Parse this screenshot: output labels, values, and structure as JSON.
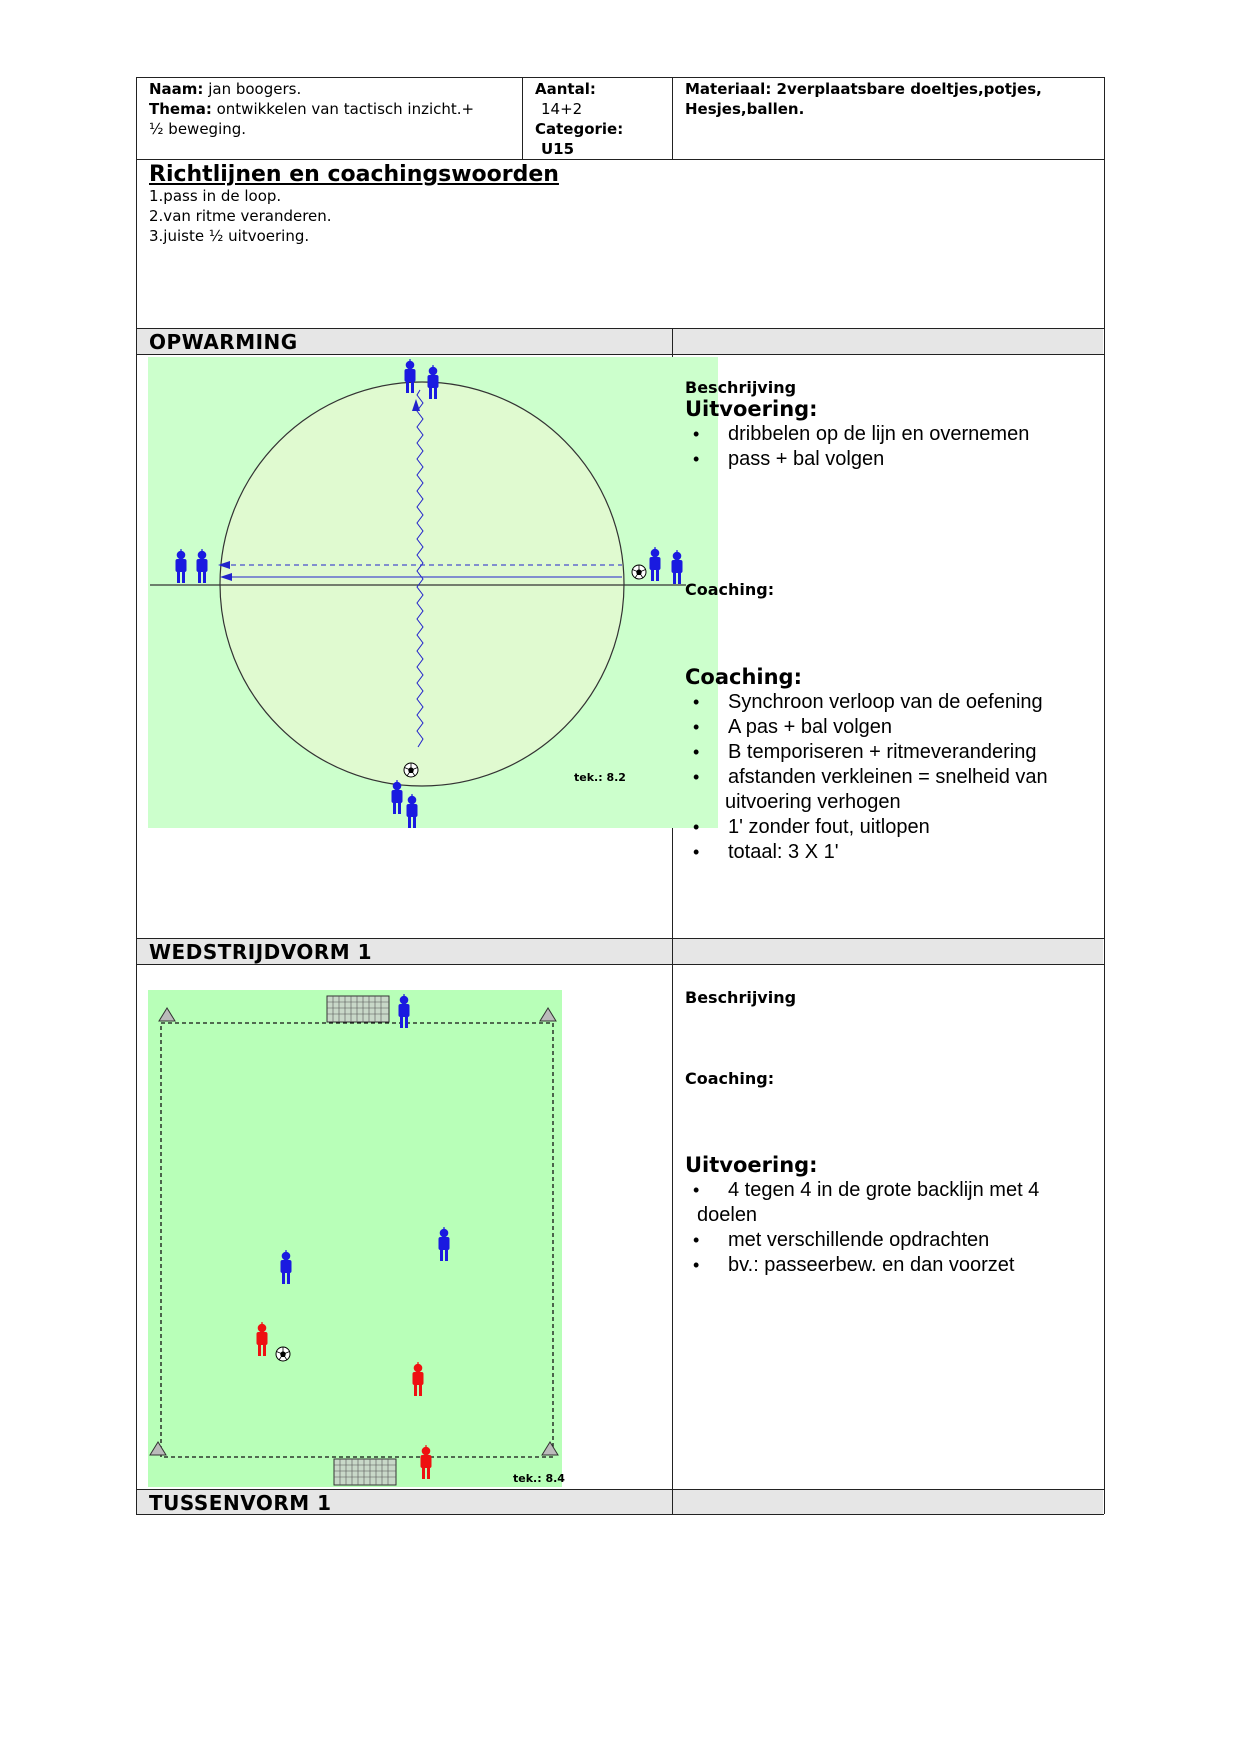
{
  "header": {
    "naam_label": "Naam:",
    "naam_value": " jan boogers.",
    "thema_label": "Thema:",
    "thema_value_line1": " ontwikkelen van tactisch inzicht.+",
    "thema_value_line2": "½ beweging.",
    "aantal_label": "Aantal:",
    "aantal_value": "14+2",
    "categorie_label": "Categorie:",
    "categorie_value": "U15",
    "materiaal_line1": "Materiaal: 2verplaatsbare doeltjes,potjes,",
    "materiaal_line2": "Hesjes,ballen."
  },
  "richtlijnen": {
    "title": "Richtlijnen en coachingswoorden",
    "items": [
      "1.pass in de loop.",
      "2.van ritme veranderen.",
      "3.juiste ½ uitvoering."
    ]
  },
  "opwarming": {
    "heading": "OPWARMING",
    "beschrijving_label": "Beschrijving",
    "uitvoering_label": "Uitvoering:",
    "uitvoering_items": [
      "dribbelen op de lijn en overnemen",
      "pass + bal volgen"
    ],
    "coaching_small_label": "Coaching:",
    "coaching_label": "Coaching:",
    "coaching_items": [
      "Synchroon verloop van de oefening",
      "A pas  + bal volgen",
      "B temporiseren + ritmeverandering",
      "afstanden verkleinen = snelheid van",
      "uitvoering verhogen",
      "1' zonder fout, uitlopen",
      "totaal: 3 X 1'"
    ],
    "diagram_tag": "tek.: 8.2"
  },
  "wedstrijdvorm": {
    "heading": "WEDSTRIJDVORM 1",
    "beschrijving_label": "Beschrijving",
    "coaching_label": "Coaching:",
    "uitvoering_label": "Uitvoering:",
    "uitvoering_items": [
      "4 tegen 4 in de grote backlijn met  4",
      "doelen",
      "met verschillende opdrachten",
      "bv.: passeerbew. en dan voorzet"
    ],
    "diagram_tag": "tek.: 8.4"
  },
  "tussenvorm": {
    "heading": "TUSSENVORM 1"
  },
  "colors": {
    "pitch_light": "#ccffcc",
    "circle_fill": "#e0fad0",
    "pitch2": "#b8ffb8",
    "blue_player": "#1a1ae0",
    "red_player": "#ee1111"
  }
}
